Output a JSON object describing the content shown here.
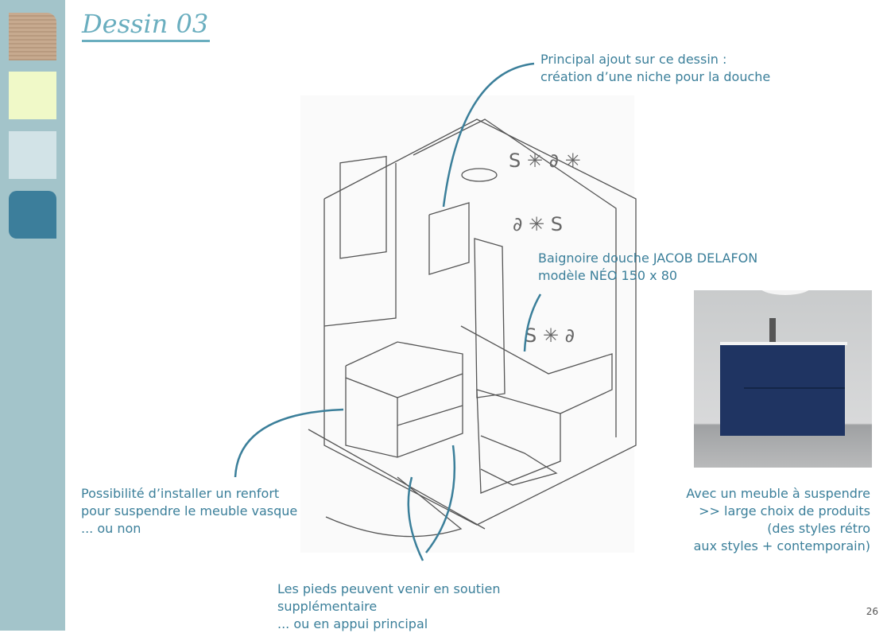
{
  "title": "Dessin 03",
  "swatches": [
    "#c4a78c",
    "#f0f9c8",
    "#d2e3e7",
    "#3c7e9b"
  ],
  "accent": "#3b7f9a",
  "annotations": {
    "niche": "Principal ajout sur ce dessin :\ncréation d’une niche pour la douche",
    "bath": "Baignoire douche JACOB DELAFON\nmodèle NÉO 150 x 80",
    "renfort": "Possibilité d’installer un renfort\npour suspendre le meuble vasque\n... ou non",
    "pieds": "Les pieds peuvent venir en soutien\nsupplémentaire\n... ou en appui principal",
    "meuble": "Avec un meuble à suspendre\n>> large choix de produits\n(des styles rétro\naux styles + contemporain)"
  },
  "page_number": "26"
}
